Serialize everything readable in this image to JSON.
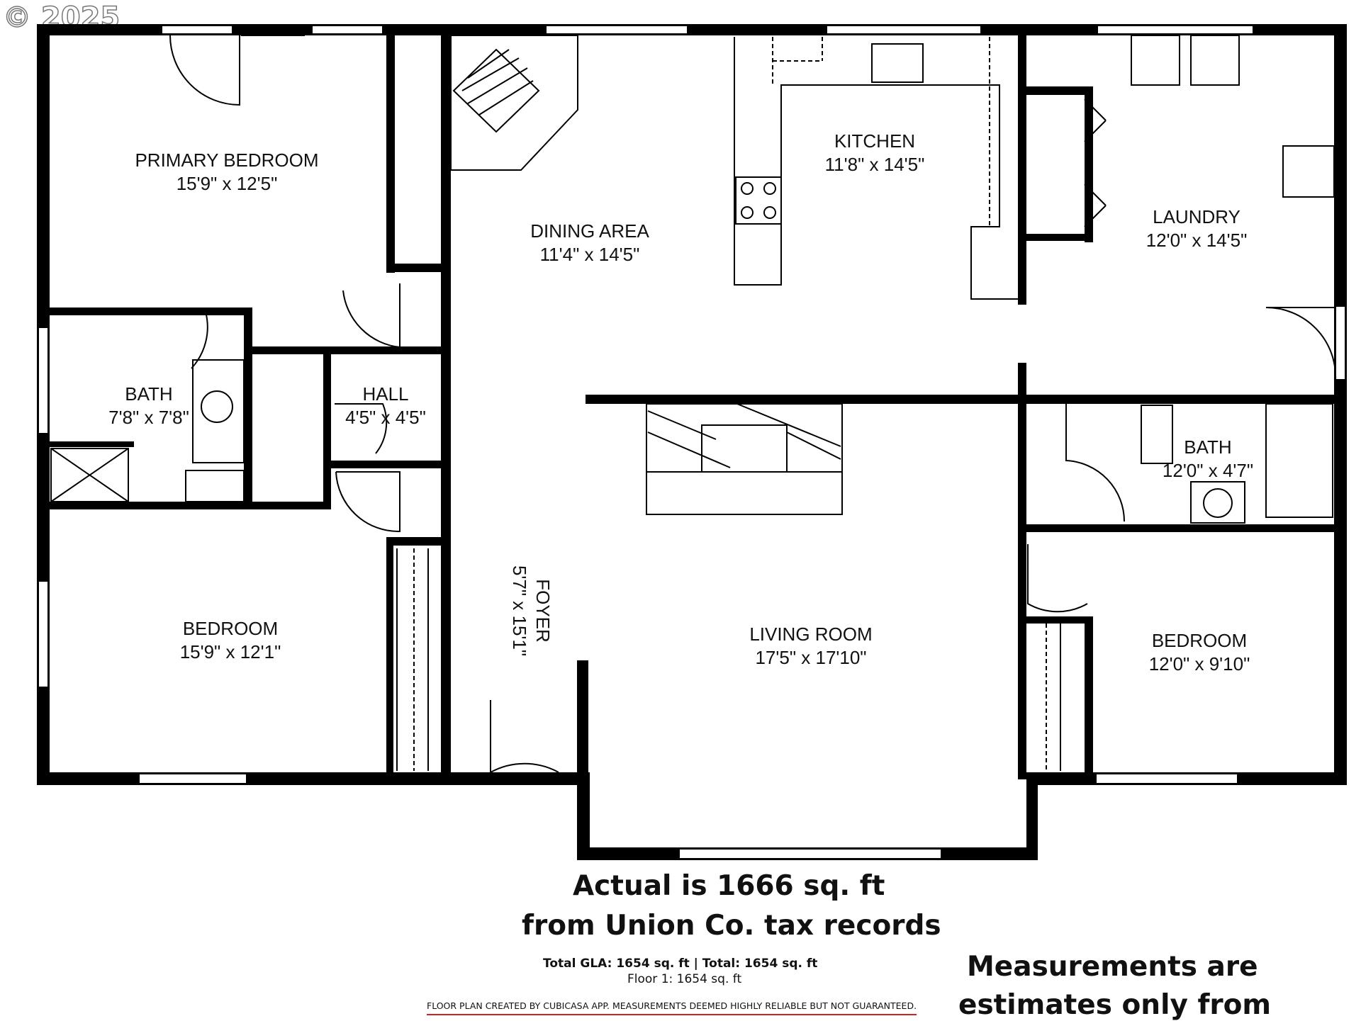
{
  "copyright": "© 2025",
  "rooms": [
    {
      "key": "primary_bedroom",
      "name": "PRIMARY BEDROOM",
      "dims": "15'9\" x 12'5\""
    },
    {
      "key": "dining",
      "name": "DINING AREA",
      "dims": "11'4\" x 14'5\""
    },
    {
      "key": "kitchen",
      "name": "KITCHEN",
      "dims": "11'8\" x 14'5\""
    },
    {
      "key": "laundry",
      "name": "LAUNDRY",
      "dims": "12'0\" x 14'5\""
    },
    {
      "key": "bath1",
      "name": "BATH",
      "dims": "7'8\" x 7'8\""
    },
    {
      "key": "hall",
      "name": "HALL",
      "dims": "4'5\" x 4'5\""
    },
    {
      "key": "bath2",
      "name": "BATH",
      "dims": "12'0\" x 4'7\""
    },
    {
      "key": "bedroom1",
      "name": "BEDROOM",
      "dims": "15'9\" x 12'1\""
    },
    {
      "key": "foyer",
      "name": "FOYER",
      "dims": "5'7\" x 15'1\""
    },
    {
      "key": "living",
      "name": "LIVING ROOM",
      "dims": "17'5\" x 17'10\""
    },
    {
      "key": "bedroom2",
      "name": "BEDROOM",
      "dims": "12'0\" x 9'10\""
    }
  ],
  "notes": {
    "actual_line1": "Actual is 1666 sq. ft",
    "actual_line2": "from Union Co. tax records",
    "gla": "Total GLA: 1654 sq. ft | Total: 1654 sq. ft",
    "floor": "Floor 1: 1654 sq. ft",
    "disclaimer": "FLOOR PLAN CREATED BY CUBICASA APP. MEASUREMENTS DEEMED HIGHLY RELIABLE BUT NOT GUARANTEED.",
    "measure_line1": "Measurements are",
    "measure_line2": "estimates only from"
  }
}
